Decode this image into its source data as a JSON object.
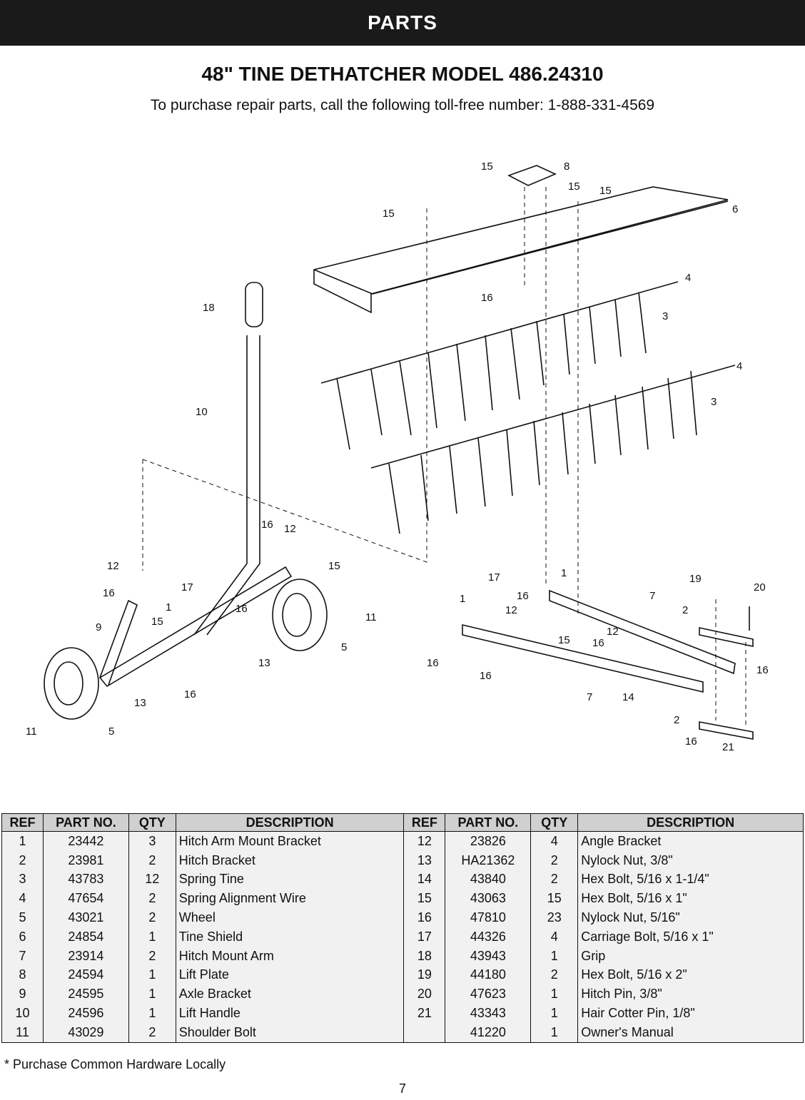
{
  "header": {
    "banner": "PARTS"
  },
  "title": "48\" TINE DETHATCHER MODEL 486.24310",
  "subtitle": "To purchase repair parts, call the following toll-free number:  1-888-331-4569",
  "diagram": {
    "callouts": [
      "15",
      "8",
      "15",
      "15",
      "15",
      "6",
      "4",
      "3",
      "4",
      "3",
      "16",
      "18",
      "10",
      "16",
      "12",
      "12",
      "16",
      "17",
      "15",
      "1",
      "16",
      "9",
      "15",
      "11",
      "5",
      "13",
      "13",
      "16",
      "11",
      "5",
      "17",
      "1",
      "1",
      "16",
      "12",
      "12",
      "15",
      "16",
      "16",
      "16",
      "7",
      "14",
      "7",
      "19",
      "20",
      "2",
      "16",
      "2",
      "16",
      "21"
    ]
  },
  "table": {
    "headers": [
      "REF",
      "PART NO.",
      "QTY",
      "DESCRIPTION",
      "REF",
      "PART NO.",
      "QTY",
      "DESCRIPTION"
    ],
    "rows": [
      [
        "1",
        "23442",
        "3",
        "Hitch Arm Mount Bracket",
        "12",
        "23826",
        "4",
        "Angle Bracket"
      ],
      [
        "2",
        "23981",
        "2",
        "Hitch Bracket",
        "13",
        "HA21362",
        "2",
        "Nylock Nut, 3/8\""
      ],
      [
        "3",
        "43783",
        "12",
        "Spring Tine",
        "14",
        "43840",
        "2",
        "Hex Bolt, 5/16 x 1-1/4\""
      ],
      [
        "4",
        "47654",
        "2",
        "Spring Alignment Wire",
        "15",
        "43063",
        "15",
        "Hex Bolt, 5/16 x 1\""
      ],
      [
        "5",
        "43021",
        "2",
        "Wheel",
        "16",
        "47810",
        "23",
        "Nylock Nut, 5/16\""
      ],
      [
        "6",
        "24854",
        "1",
        "Tine Shield",
        "17",
        "44326",
        "4",
        "Carriage Bolt, 5/16 x 1\""
      ],
      [
        "7",
        "23914",
        "2",
        "Hitch Mount Arm",
        "18",
        "43943",
        "1",
        "Grip"
      ],
      [
        "8",
        "24594",
        "1",
        "Lift Plate",
        "19",
        "44180",
        "2",
        "Hex Bolt, 5/16 x 2\""
      ],
      [
        "9",
        "24595",
        "1",
        "Axle Bracket",
        "20",
        "47623",
        "1",
        "Hitch Pin, 3/8\""
      ],
      [
        "10",
        "24596",
        "1",
        "Lift Handle",
        "21",
        "43343",
        "1",
        "Hair Cotter Pin, 1/8\""
      ],
      [
        "11",
        "43029",
        "2",
        "Shoulder Bolt",
        "",
        "41220",
        "1",
        "Owner's Manual"
      ]
    ]
  },
  "footnote": "* Purchase Common Hardware Locally",
  "page_number": "7"
}
